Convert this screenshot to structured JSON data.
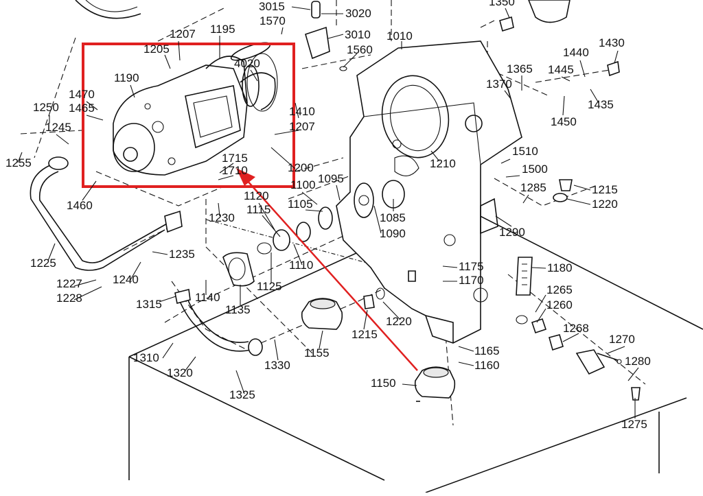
{
  "diagram": {
    "part_numbers": [
      "3015",
      "3020",
      "1350",
      "1570",
      "3010",
      "1010",
      "1195",
      "1207",
      "1205",
      "4020",
      "1560",
      "1440",
      "1430",
      "1365",
      "1445",
      "1190",
      "1470",
      "1465",
      "1250",
      "1245",
      "1255",
      "1370",
      "1435",
      "1410",
      "1207",
      "1450",
      "1510",
      "1500",
      "1210",
      "1200",
      "1715",
      "1710",
      "1460",
      "1095",
      "1100",
      "1085",
      "1120",
      "1115",
      "1105",
      "1090",
      "1215",
      "1285",
      "1220",
      "1290",
      "1230",
      "1225",
      "1235",
      "1227",
      "1228",
      "1240",
      "1110",
      "1125",
      "1175",
      "1170",
      "1180",
      "1135",
      "1140",
      "1315",
      "1265",
      "1260",
      "1220",
      "1215",
      "1155",
      "1268",
      "1270",
      "1165",
      "1160",
      "1310",
      "1330",
      "1320",
      "1280",
      "1150",
      "1325",
      "1275"
    ]
  },
  "highlight": {
    "box_color": "#e02020",
    "arrow_color": "#e02020"
  }
}
